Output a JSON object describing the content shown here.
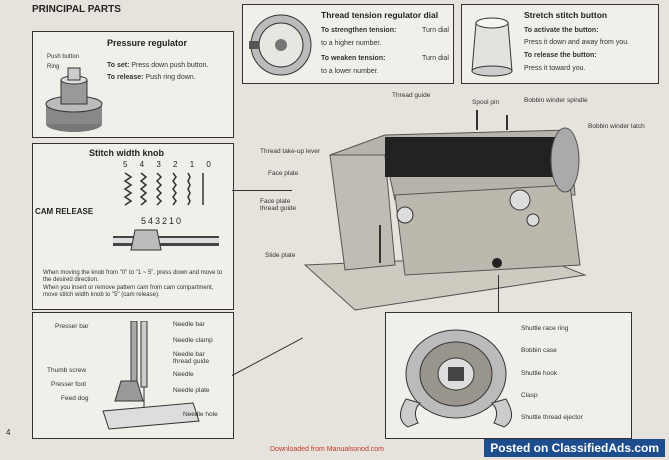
{
  "page_title": "PRINCIPAL PARTS",
  "page_number": "4",
  "pressure_regulator": {
    "title": "Pressure regulator",
    "push_button": "Push button",
    "ring": "Ring",
    "to_set_label": "To set:",
    "to_set_text": "Press down push button.",
    "to_release_label": "To release:",
    "to_release_text": "Push ring down."
  },
  "thread_tension": {
    "title": "Thread tension regulator dial",
    "strengthen_label": "To strengthen tension:",
    "strengthen_tail": "Turn dial",
    "strengthen_text": "to a higher number.",
    "weaken_label": "To weaken tension:",
    "weaken_tail": "Turn dial",
    "weaken_text": "to a lower number."
  },
  "stretch_stitch": {
    "title": "Stretch stitch button",
    "activate_label": "To activate the button:",
    "activate_text": "Press it down and away from you.",
    "release_label": "To release the button:",
    "release_text": "Press it toward you."
  },
  "stitch_width": {
    "title": "Stitch width knob",
    "numbers_top": "5 4 3 2 1 0",
    "cam_release": "CAM RELEASE",
    "numbers_bottom": "543210",
    "note1": "When moving the knob from \"0\" to \"1 ~ 5\", press down and move to the desired direction.",
    "note2": "When you insert or remove pattern cam from cam compartment, move stitch width knob to \"5\" (cam release)."
  },
  "machine_labels": {
    "thread_guide": "Thread guide",
    "spool_pin": "Spool pin",
    "bobbin_winder_spindle": "Bobbin winder spindle",
    "bobbin_winder_latch": "Bobbin winder latch",
    "thread_take_up_lever": "Thread take-up lever",
    "face_plate": "Face plate",
    "face_plate_thread_guide": "Face plate thread guide",
    "slide_plate": "Slide plate"
  },
  "needle_area": {
    "presser_bar": "Presser bar",
    "needle_bar": "Needle bar",
    "needle_clamp": "Needle clamp",
    "needle_bar_thread_guide": "Needle bar thread guide",
    "thumb_screw": "Thumb screw",
    "needle": "Needle",
    "presser_foot": "Presser foot",
    "needle_plate": "Needle plate",
    "feed_dog": "Feed dog",
    "needle_hole": "Needle hole"
  },
  "shuttle_area": {
    "shuttle_race_ring": "Shuttle race ring",
    "bobbin_case": "Bobbin case",
    "shuttle_hook": "Shuttle hook",
    "clasp": "Clasp",
    "shuttle_thread_ejector": "Shuttle thread ejector"
  },
  "footer": "Downloaded from Manualsonod.com",
  "watermark": "Posted on ClassifiedAds.com"
}
